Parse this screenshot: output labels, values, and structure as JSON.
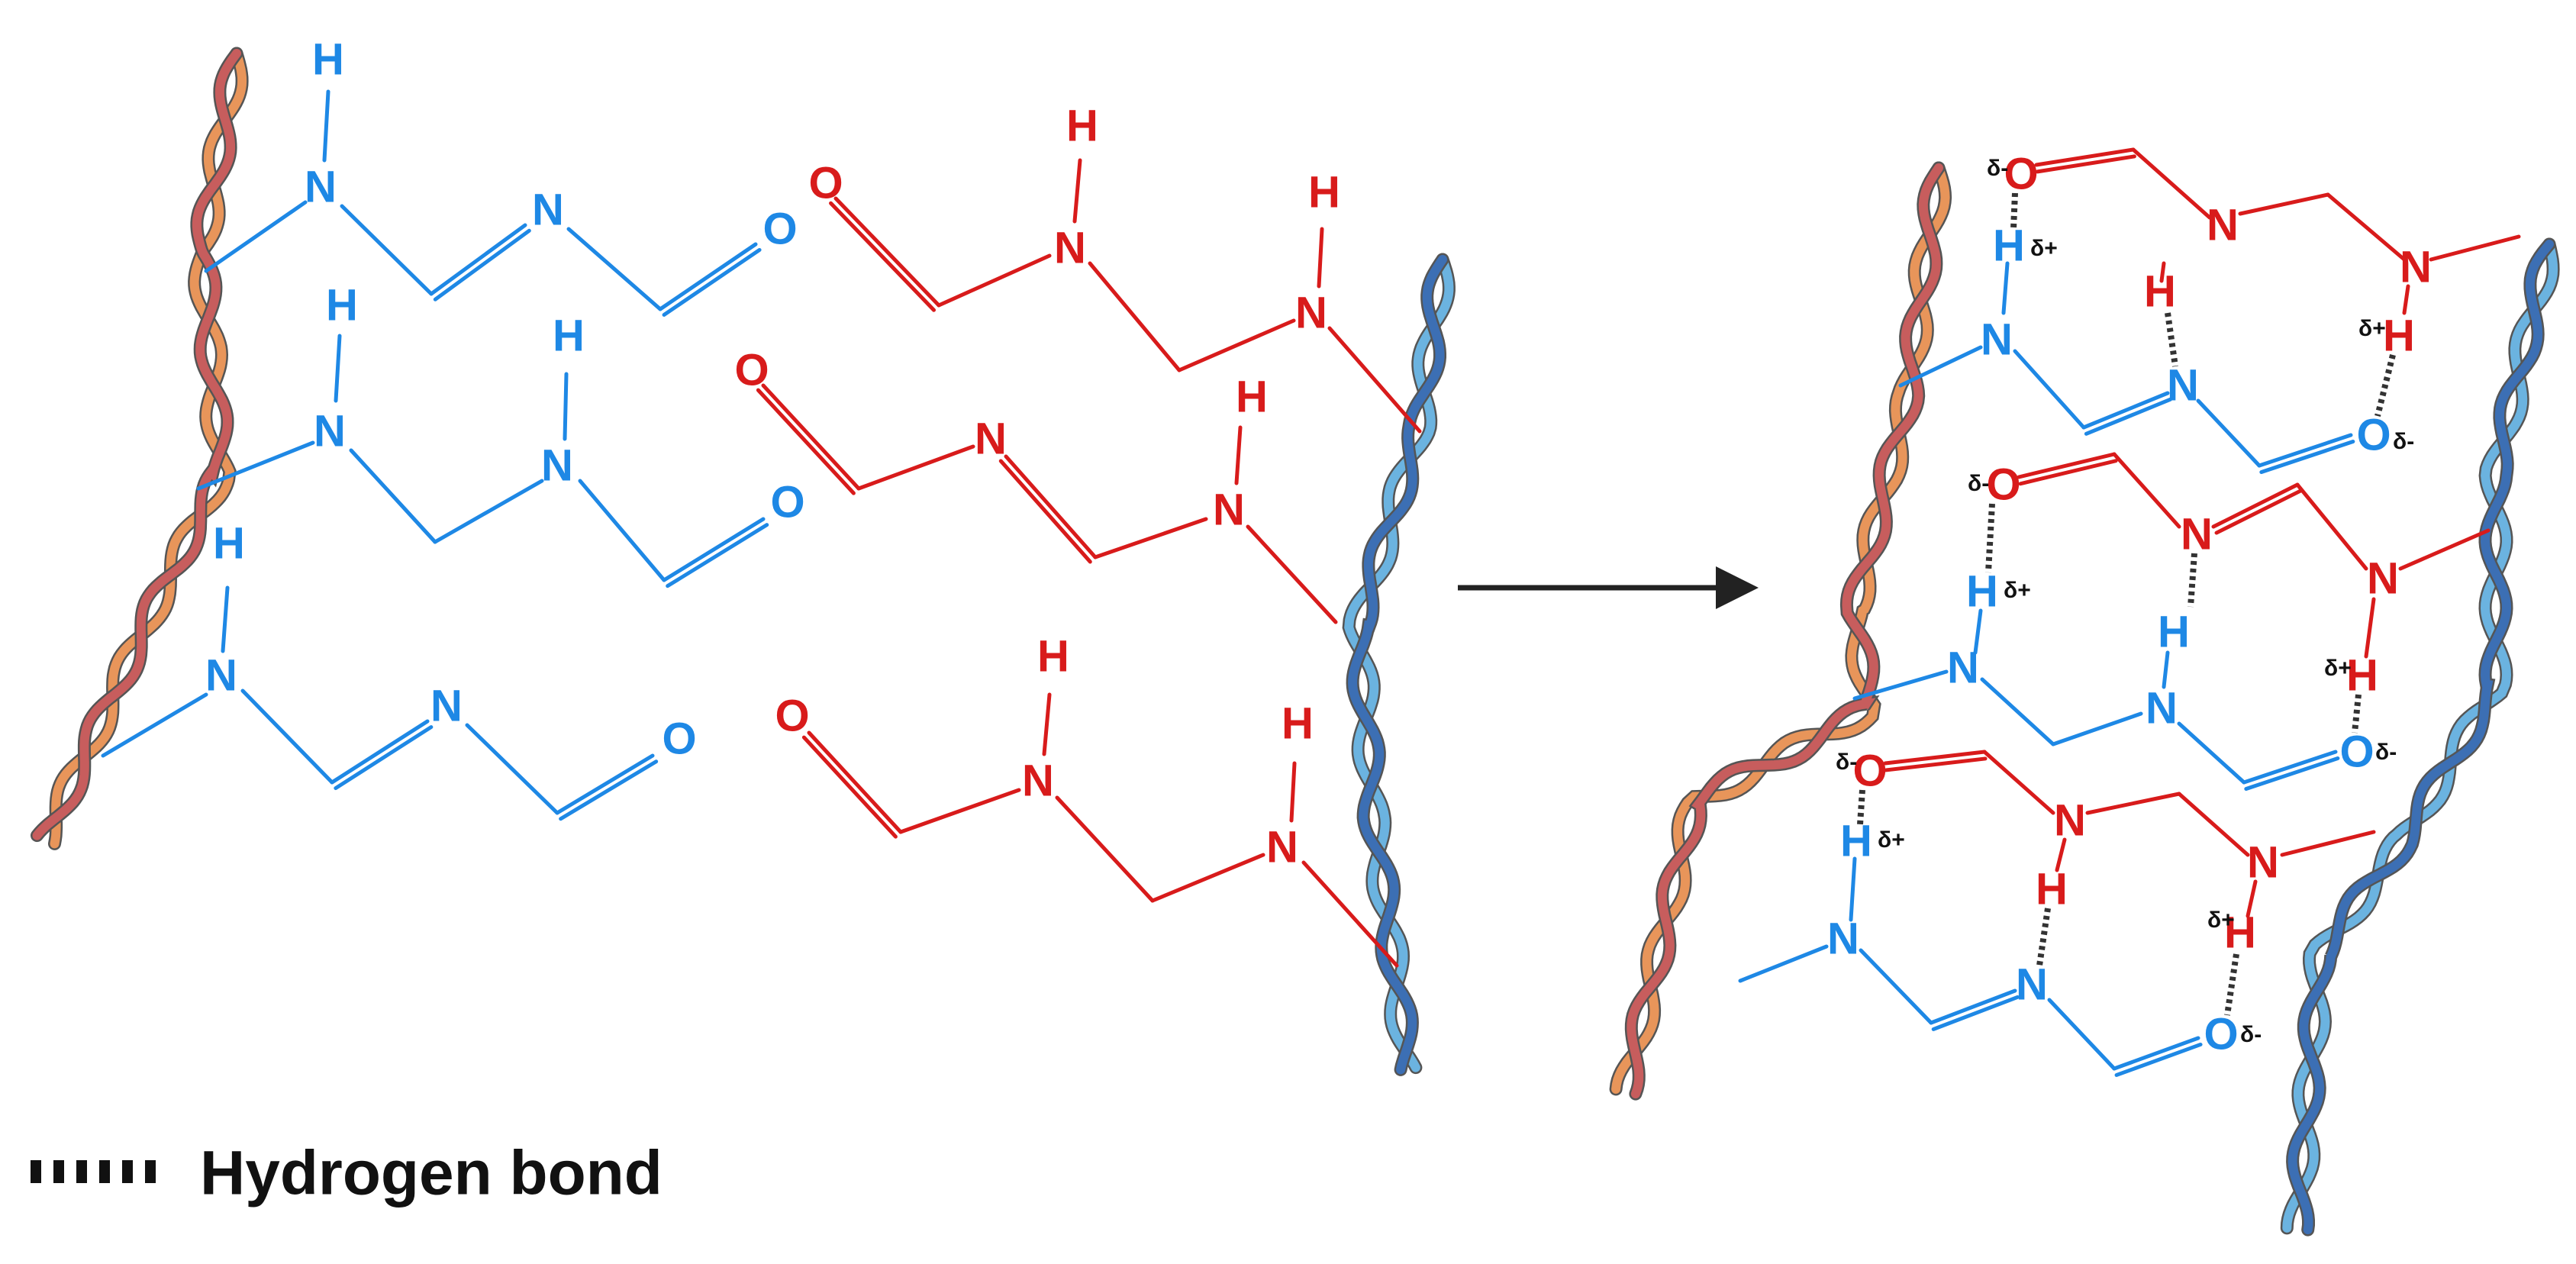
{
  "colors": {
    "blue": "#1E88E5",
    "red": "#D81B1B",
    "arrow": "#222222",
    "hbond": "#333333",
    "rope_left_a": "#C75D5D",
    "rope_left_b": "#E8955A",
    "rope_right_a": "#3C6FB4",
    "rope_right_b": "#6BB3E0"
  },
  "atoms": {
    "hydrogen": "H",
    "nitrogen": "N",
    "oxygen": "O"
  },
  "charges": {
    "delta_minus": "δ-",
    "delta_plus": "δ+"
  },
  "legend": {
    "icon": "dashed-line-icon",
    "label": "Hydrogen bond"
  }
}
